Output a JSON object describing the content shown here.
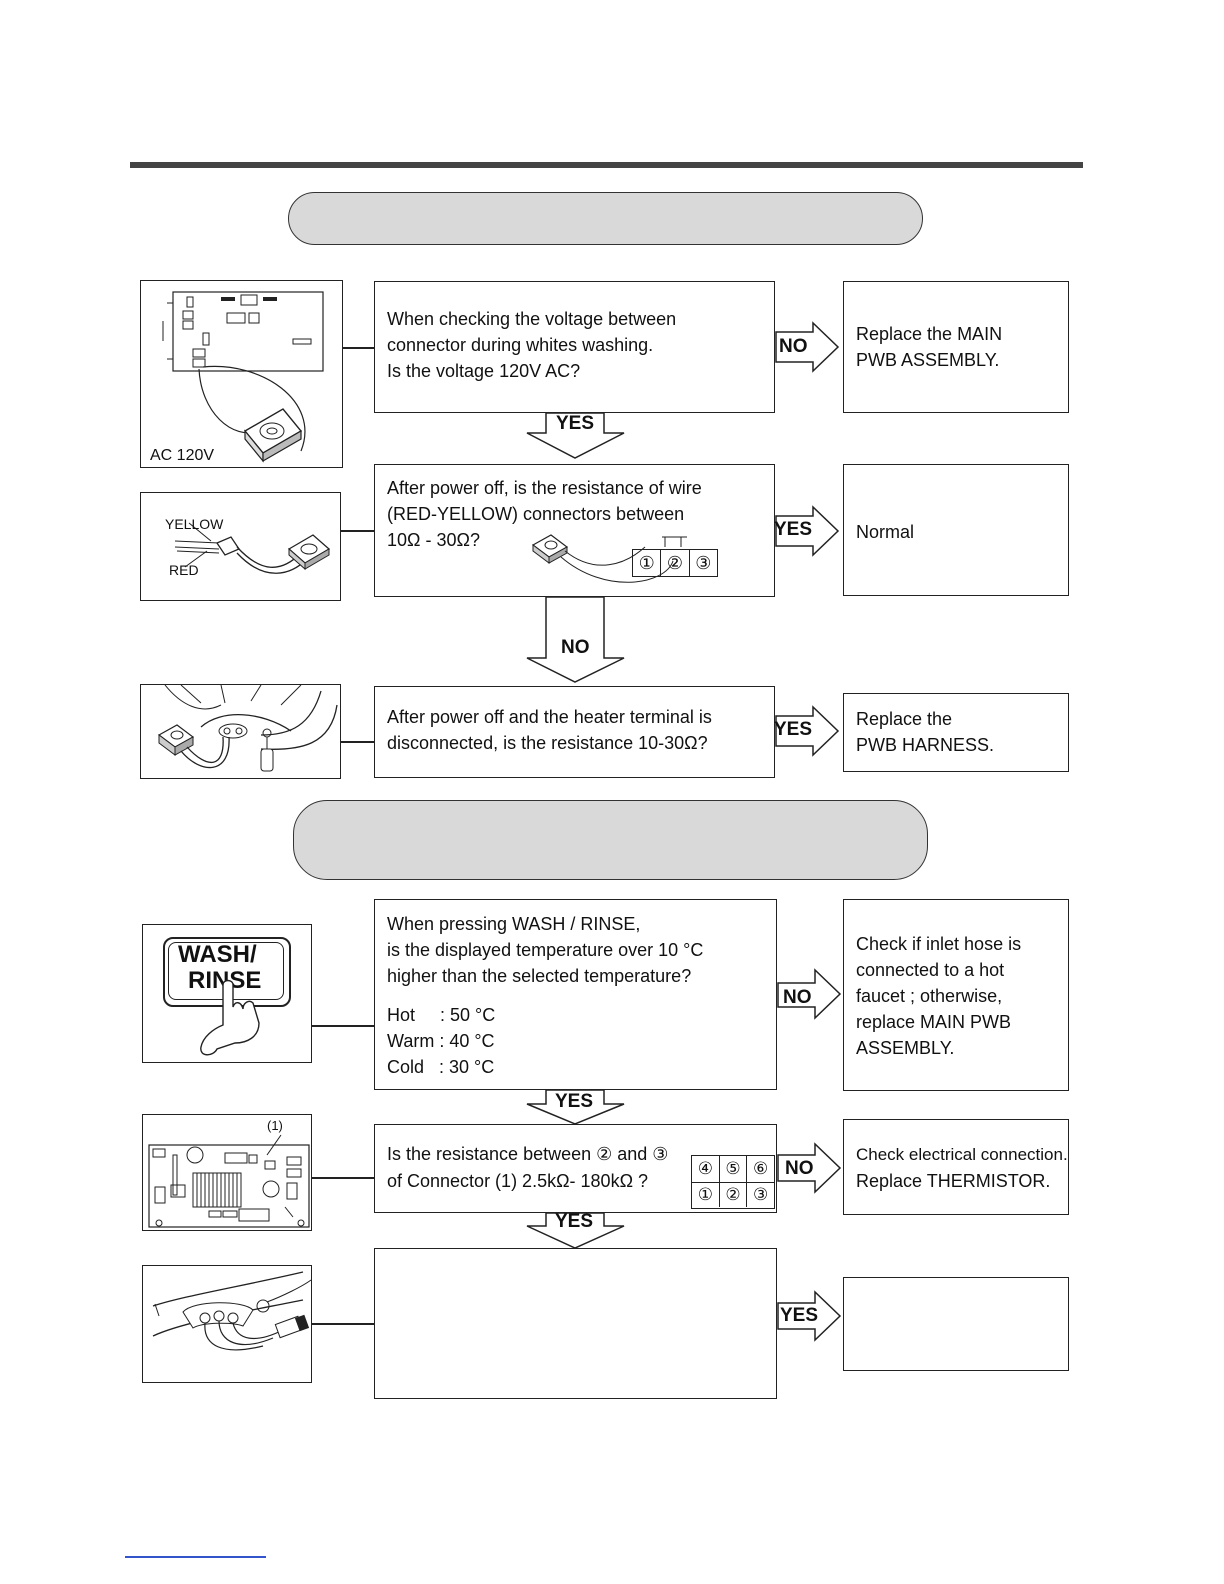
{
  "flow1": {
    "q1": {
      "line1": "When checking the voltage between",
      "line2": "connector during whites washing.",
      "line3": "Is the  voltage 120V AC?"
    },
    "q1_no_result": {
      "line1": "Replace the MAIN",
      "line2": "PWB ASSEMBLY."
    },
    "img1_label": "AC 120V",
    "q2": {
      "line1": "After power off, is the resistance of wire",
      "line2": "(RED-YELLOW) connectors between",
      "line3": "10Ω  -  30Ω?"
    },
    "q2_connector_pins": [
      "①",
      "②",
      "③"
    ],
    "q2_yes_result": "Normal",
    "img2_labels": {
      "yellow": "YELLOW",
      "red": "RED"
    },
    "q3": {
      "line1": "After power off and the heater terminal is",
      "line2": "disconnected, is the resistance 10-30Ω?"
    },
    "q3_yes_result": {
      "line1": "Replace the",
      "line2": "PWB  HARNESS."
    }
  },
  "flow2": {
    "q1": {
      "line1": "When pressing WASH / RINSE,",
      "line2": "is the displayed temperature over 10 °C",
      "line3": "higher than the selected temperature?",
      "hot": "Hot     : 50 °C",
      "warm": "Warm : 40 °C",
      "cold": "Cold   : 30 °C"
    },
    "q1_button_label": {
      "line1": "WASH/",
      "line2": "RINSE"
    },
    "q1_no_result": {
      "line1": "Check if inlet hose is",
      "line2": "connected to a hot",
      "line3": "faucet ; otherwise,",
      "line4": "replace MAIN PWB",
      "line5": "ASSEMBLY."
    },
    "q2": {
      "line1": "Is the resistance between ② and ③",
      "line2": "of  Connector (1) 2.5kΩ- 180kΩ ?"
    },
    "q2_connector_top": [
      "④",
      "⑤",
      "⑥"
    ],
    "q2_connector_bottom": [
      "①",
      "②",
      "③"
    ],
    "img_board_label": "(1)",
    "q2_no_result": {
      "line1": "Check electrical connection.",
      "line2": "Replace THERMISTOR."
    }
  },
  "labels": {
    "no": "NO",
    "yes": "YES"
  }
}
